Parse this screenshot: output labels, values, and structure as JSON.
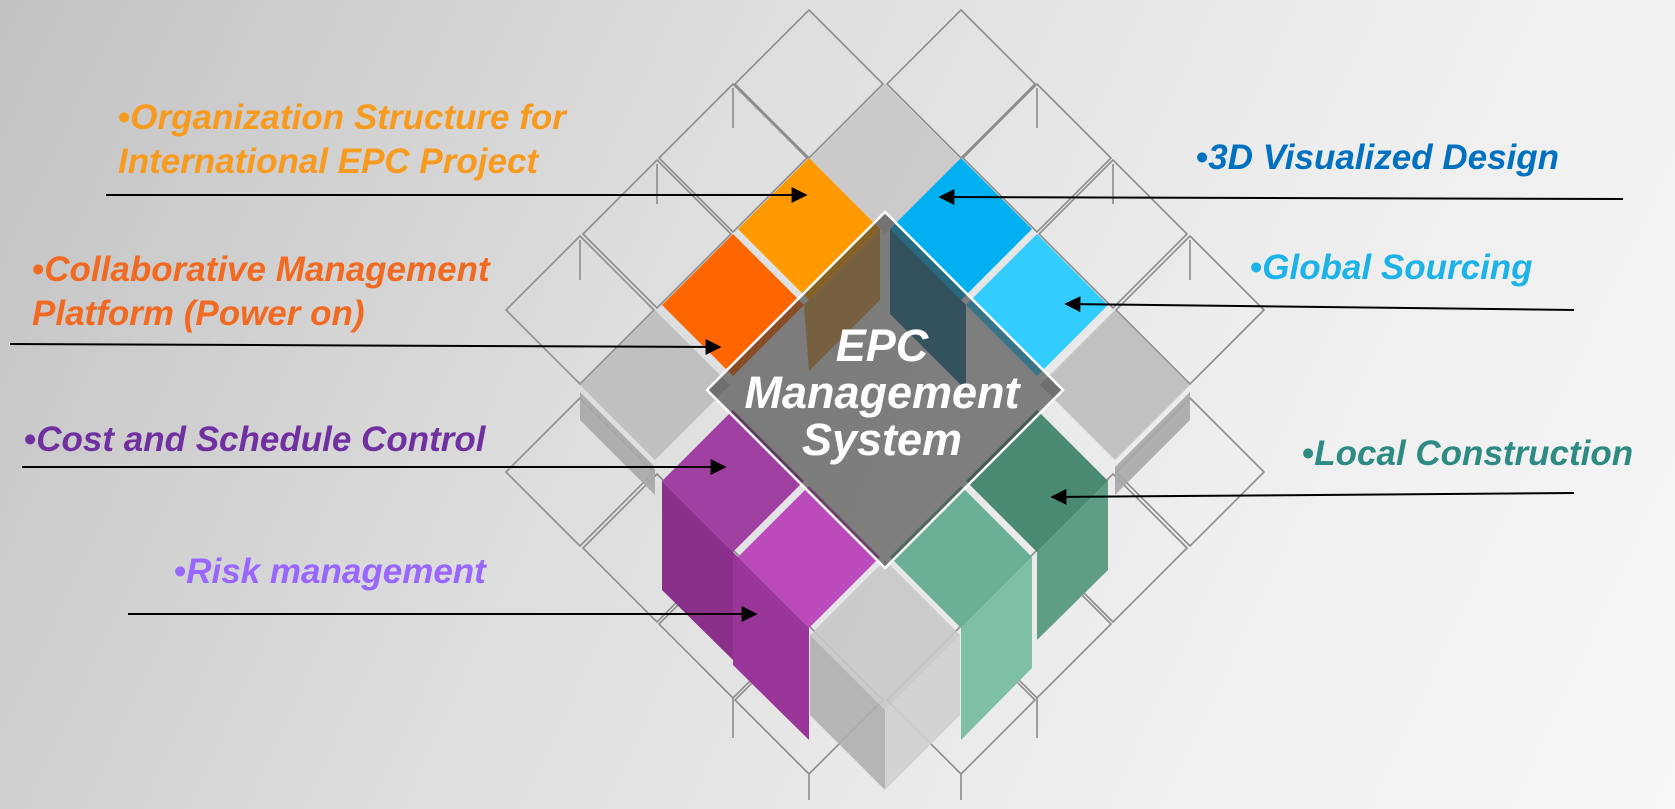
{
  "center": {
    "line1": "EPC",
    "line2": "Management",
    "line3": "System"
  },
  "bullet": "•",
  "labels": {
    "org_line1": "Organization Structure for",
    "org_line2": "International EPC Project",
    "collab_line1": "Collaborative Management",
    "collab_line2": "Platform (Power on)",
    "cost": "Cost and Schedule Control",
    "risk": "Risk management",
    "design": "3D Visualized Design",
    "sourcing": "Global Sourcing",
    "construction": "Local Construction"
  },
  "colors": {
    "org": "#F79A1E",
    "collab": "#F26A21",
    "cost": "#7030A0",
    "risk": "#9966FF",
    "design": "#0070C0",
    "sourcing": "#1CB3E8",
    "construction": "#2E8B83",
    "orange": "#FF9900",
    "orange_dark": "#FF6600",
    "blue": "#00B0F0",
    "blue_light": "#33CCFF",
    "purple": "#A040A0",
    "purple_light": "#BB4ABB",
    "green": "#4A8A70",
    "green_light": "#6BAF95",
    "gray_tile": "#C8C8C8",
    "arrow": "#000000"
  }
}
